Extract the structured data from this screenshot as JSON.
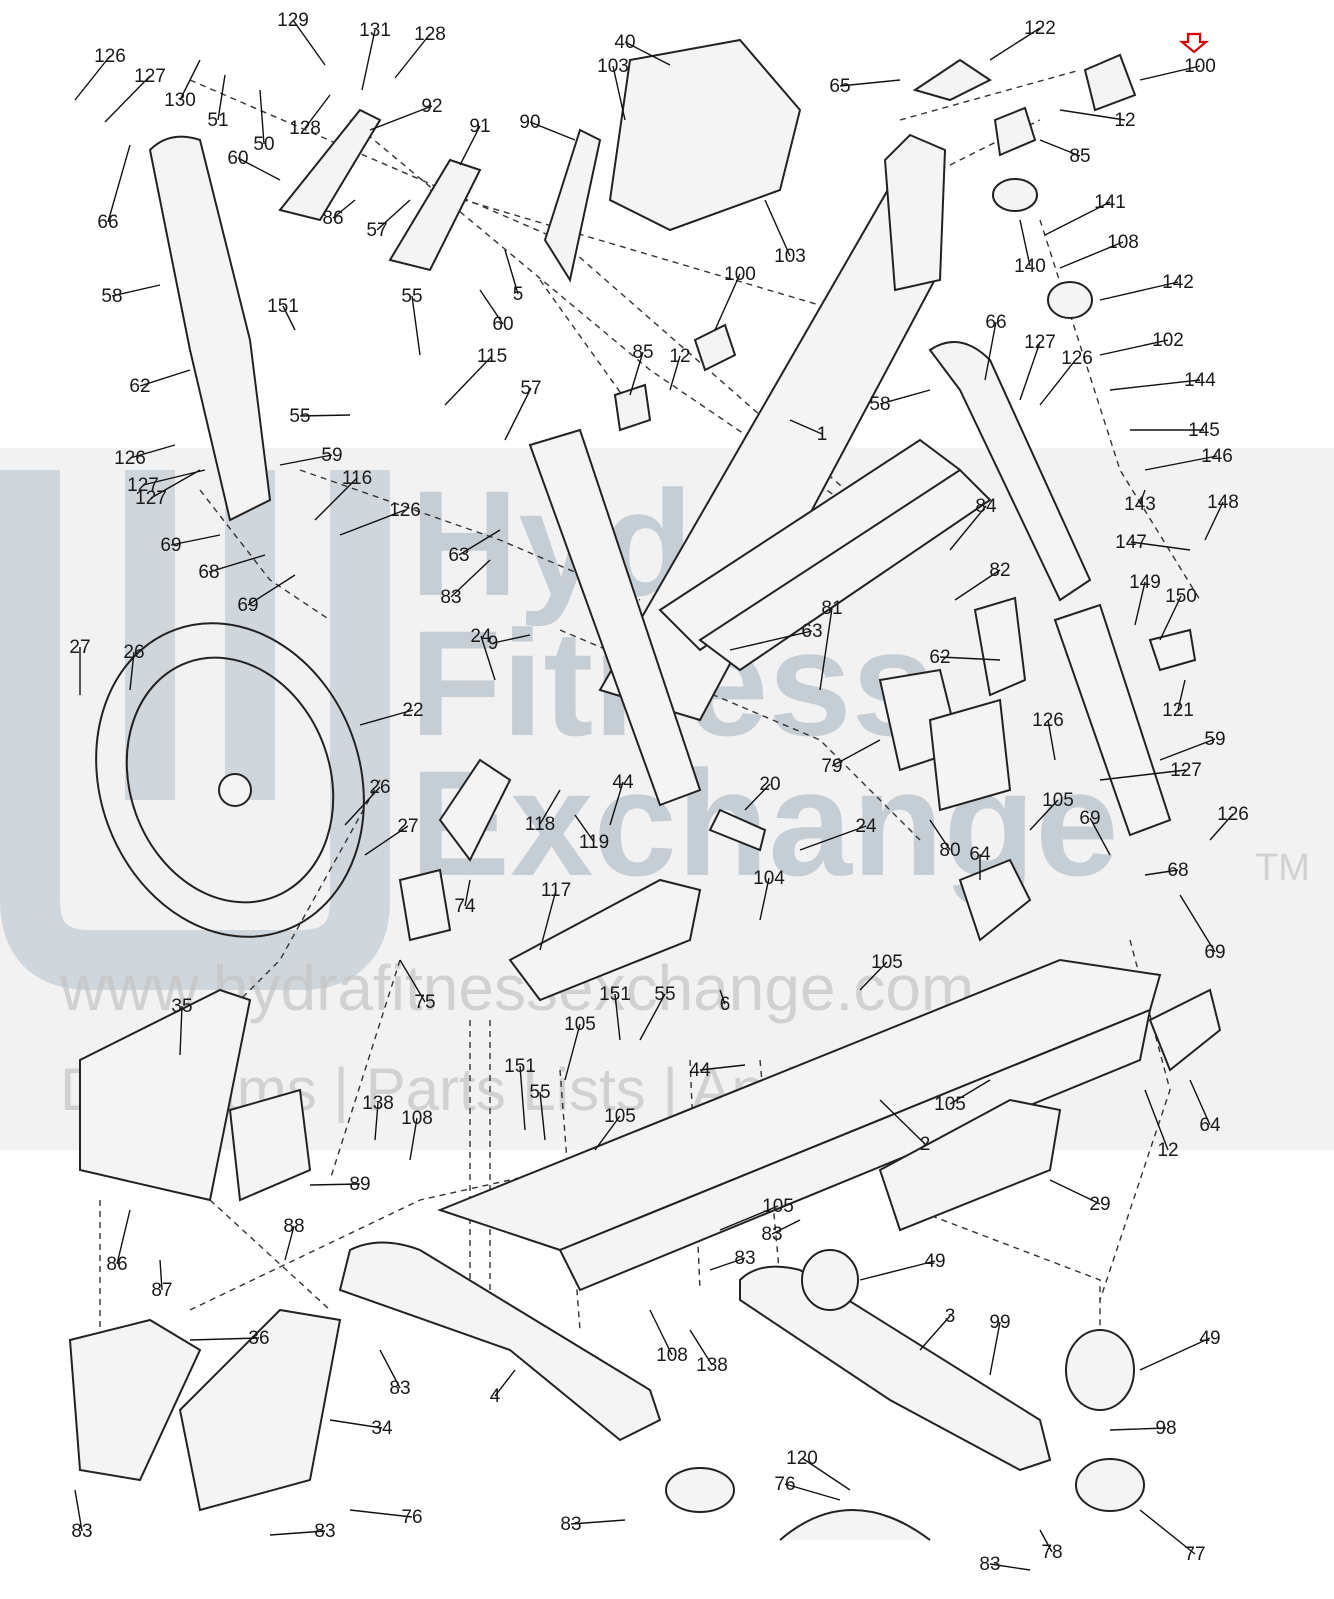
{
  "watermark": {
    "brand_lines": [
      "Hydra",
      "Fitness",
      "Exchange"
    ],
    "trademark": "TM",
    "url": "www.hydrafitnessexchange.com",
    "tagline": "Diagrams | Parts Lists | And More"
  },
  "highlight": {
    "icon": "down-arrow-icon",
    "color": "#d40000",
    "target_label": "100"
  },
  "callouts": [
    "126",
    "127",
    "130",
    "51",
    "129",
    "131",
    "128",
    "128",
    "50",
    "92",
    "91",
    "90",
    "103",
    "40",
    "122",
    "65",
    "100",
    "12",
    "85",
    "60",
    "86",
    "57",
    "66",
    "58",
    "5",
    "60",
    "103",
    "140",
    "141",
    "108",
    "142",
    "151",
    "55",
    "100",
    "12",
    "85",
    "66",
    "127",
    "126",
    "58",
    "102",
    "144",
    "145",
    "62",
    "115",
    "57",
    "1",
    "55",
    "126",
    "59",
    "127",
    "116",
    "126",
    "127",
    "146",
    "148",
    "143",
    "147",
    "69",
    "68",
    "69",
    "63",
    "84",
    "82",
    "83",
    "9",
    "81",
    "63",
    "62",
    "149",
    "150",
    "27",
    "26",
    "24",
    "121",
    "22",
    "59",
    "126",
    "79",
    "26",
    "27",
    "44",
    "20",
    "118",
    "119",
    "24",
    "80",
    "105",
    "69",
    "127",
    "126",
    "74",
    "64",
    "68",
    "69",
    "117",
    "104",
    "75",
    "6",
    "105",
    "151",
    "55",
    "105",
    "35",
    "44",
    "105",
    "12",
    "64",
    "151",
    "55",
    "105",
    "138",
    "108",
    "2",
    "89",
    "105",
    "29",
    "88",
    "86",
    "87",
    "83",
    "83",
    "49",
    "36",
    "83",
    "4",
    "108",
    "138",
    "3",
    "99",
    "49",
    "120",
    "98",
    "34",
    "76",
    "77",
    "78",
    "83",
    "83",
    "83",
    "76",
    "83"
  ]
}
